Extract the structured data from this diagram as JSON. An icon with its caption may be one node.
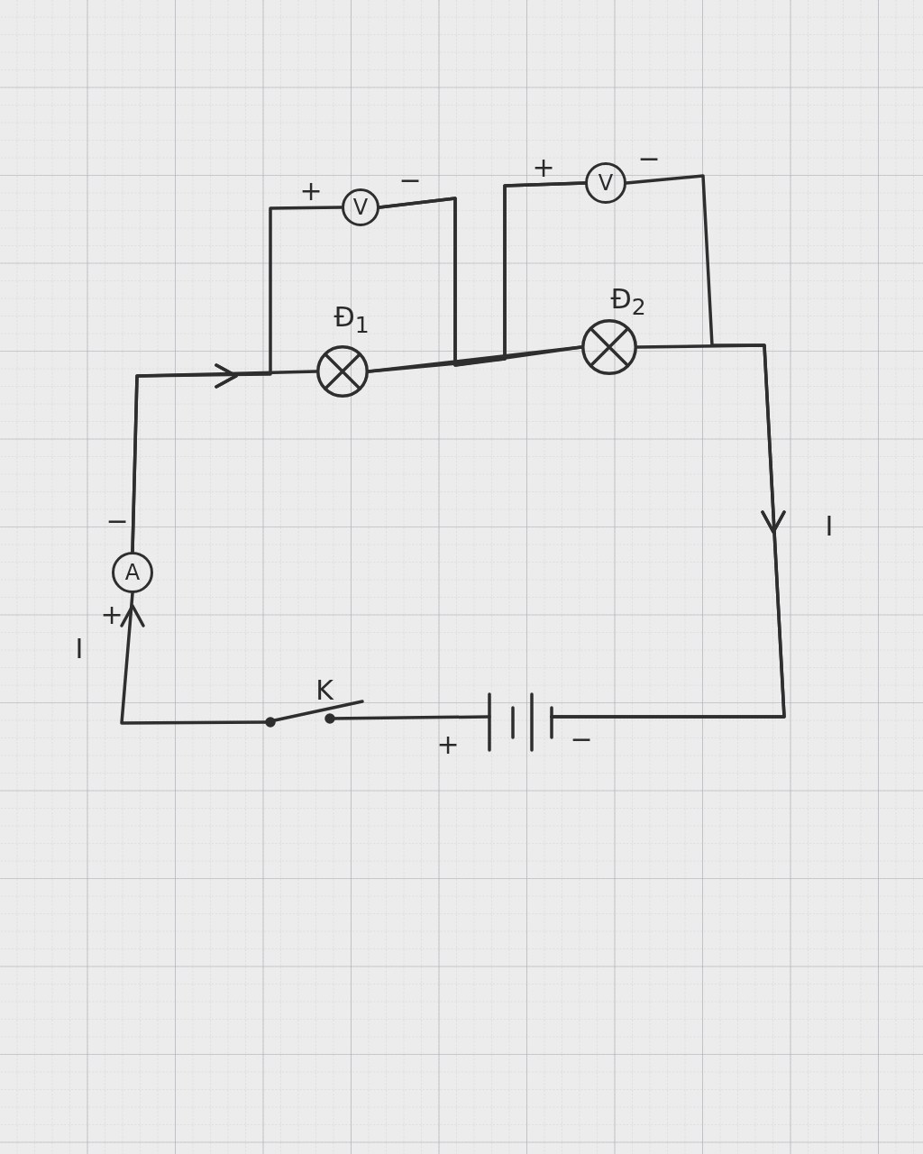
{
  "diagram": {
    "nodes": [
      {
        "text": [
          "V"
        ],
        "beside": [
          "+",
          "−"
        ]
      },
      {
        "text": [
          "V"
        ],
        "beside": [
          "+",
          "−"
        ]
      },
      {
        "text": [],
        "shape": "lamp",
        "beside": [
          "Đ$_{1}$"
        ]
      },
      {
        "text": [],
        "shape": "lamp",
        "beside": [
          "Đ$_{2}$"
        ]
      },
      {
        "text": [
          "A"
        ],
        "beside": [
          "−",
          "+"
        ]
      },
      {
        "text": [],
        "shape": "switch",
        "beside": [
          "K"
        ]
      },
      {
        "text": [],
        "shape": "battery",
        "beside": [
          "+",
          "−"
        ]
      }
    ],
    "edges": [
      {
        "from": 4,
        "to": 2,
        "arrow": "to"
      },
      {
        "from": 4,
        "to": 0,
        "arrow": "to"
      },
      {
        "from": 0,
        "to": 1,
        "arrow": "none"
      },
      {
        "from": 0,
        "to": 3,
        "arrow": "none"
      },
      {
        "from": 2,
        "to": 1,
        "arrow": "none"
      },
      {
        "from": 2,
        "to": 3,
        "arrow": "none"
      },
      {
        "from": 1,
        "to": 6,
        "arrow": "to"
      },
      {
        "from": 3,
        "to": 6,
        "arrow": "to"
      },
      {
        "from": 6,
        "to": 5,
        "arrow": "none"
      },
      {
        "from": 5,
        "to": 4,
        "arrow": "to"
      }
    ],
    "labels": [
      "I",
      "I"
    ]
  }
}
